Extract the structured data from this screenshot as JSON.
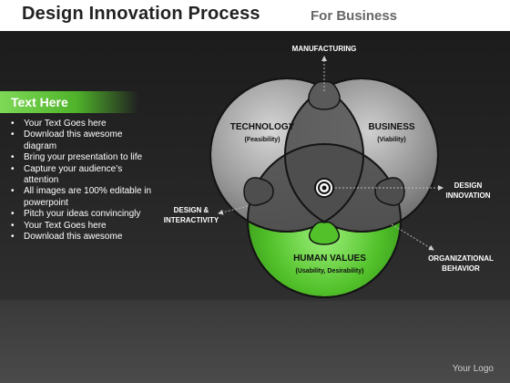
{
  "title": {
    "main": "Design Innovation Process",
    "sub": "For Business"
  },
  "text_panel": {
    "header": "Text Here",
    "bullets": [
      "Your Text Goes here",
      "Download this awesome diagram",
      "Bring your presentation to life",
      "Capture your audience’s attention",
      "All images are 100% editable in powerpoint",
      "Pitch your ideas convincingly",
      "Your Text Goes here",
      "Download this awesome"
    ]
  },
  "circles": {
    "technology": {
      "title": "TECHNOLOGY",
      "subtitle": "(Feasibility)"
    },
    "business": {
      "title": "BUSINESS",
      "subtitle": "(Viability)"
    },
    "human_values": {
      "title": "HUMAN VALUES",
      "subtitle": "(Usability, Desirability)"
    }
  },
  "outer_labels": {
    "manufacturing": "MANUFACTURING",
    "design_innovation": [
      "DESIGN",
      "INNOVATION"
    ],
    "design_interactivity": [
      "DESIGN &",
      "INTERACTIVITY"
    ],
    "organizational_behavior": [
      "ORGANIZATIONAL",
      "BEHAVIOR"
    ]
  },
  "logo": "Your Logo",
  "colors": {
    "accent_green": "#4fb32a",
    "grey_circle": "#8c8c8c",
    "background": "#262626"
  }
}
